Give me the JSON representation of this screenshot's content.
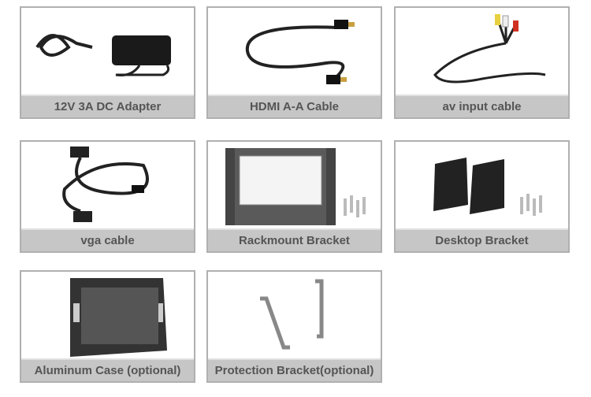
{
  "items": [
    {
      "label": "12V 3A DC Adapter",
      "icon": "power-adapter"
    },
    {
      "label": "HDMI A-A Cable",
      "icon": "hdmi-cable"
    },
    {
      "label": "av input cable",
      "icon": "av-cable"
    },
    {
      "label": "vga cable",
      "icon": "vga-cable"
    },
    {
      "label": "Rackmount Bracket",
      "icon": "rackmount-bracket"
    },
    {
      "label": "Desktop Bracket",
      "icon": "desktop-bracket"
    },
    {
      "label": "Aluminum Case (optional)",
      "icon": "aluminum-case"
    },
    {
      "label": "Protection Bracket(optional)",
      "icon": "protection-bracket"
    }
  ]
}
